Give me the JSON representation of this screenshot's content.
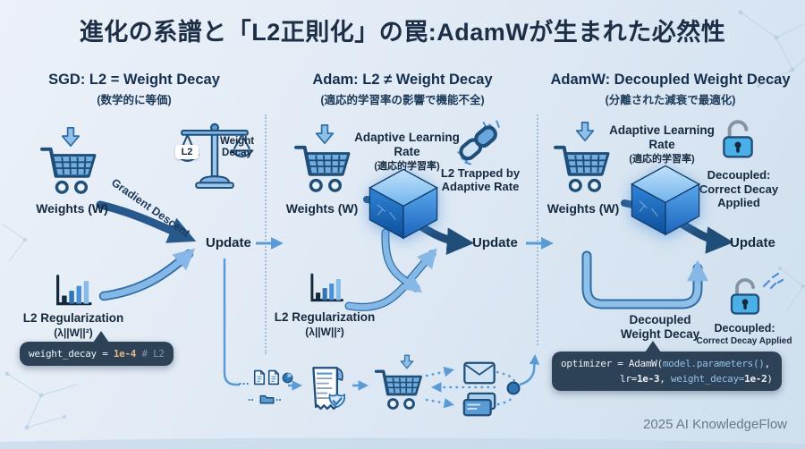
{
  "title": "進化の系譜と「L2正則化」の罠:AdamWが生まれた必然性",
  "footer": "2025 AI KnowledgeFlow",
  "sgd": {
    "title": "SGD: L2 = Weight Decay",
    "subtitle": "(数学的に等価)",
    "weights": "Weights (W)",
    "scale_left": "L2",
    "scale_right": "Weight Decay",
    "gradient_descent": "Gradient Descent",
    "update": "Update",
    "l2_title": "L2 Regularization",
    "l2_formula": "(λ||W||²)",
    "code": {
      "key": "weight_decay = ",
      "value": "1e-4",
      "comment": " # L2"
    }
  },
  "adam": {
    "title": "Adam: L2 ≠ Weight Decay",
    "subtitle": "(適応的学習率の影響で機能不全)",
    "weights": "Weights (W)",
    "adaptive": "Adaptive Learning Rate",
    "adaptive_sub": "(適応的学習率)",
    "trapped": "L2 Trapped by Adaptive Rate",
    "update": "Update",
    "l2_title": "L2 Regularization",
    "l2_formula": "(λ||W||²)"
  },
  "adamw": {
    "title": "AdamW: Decoupled Weight Decay",
    "subtitle": "(分離された減衰で最適化)",
    "weights": "Weights (W)",
    "adaptive": "Adaptive Learning Rate",
    "adaptive_sub": "(適応的学習率)",
    "decoupled_note": "Decoupled: Correct Decay Applied",
    "update": "Update",
    "decay_label": "Decoupled Weight Decay",
    "decoupled_title": "Decoupled:",
    "decoupled_sub": "Correct Decay Applied",
    "code": {
      "l1a": "optimizer = AdamW(",
      "l1b": "model.parameters()",
      "l1c": ",",
      "l2a": "lr=",
      "l2b": "1e-3",
      "l2c": ", ",
      "l2d": "weight_decay=",
      "l2e": "1e-2",
      "l2f": ")"
    }
  },
  "flow": {
    "dots1": "…",
    "dots2": "‥",
    "dots3": "‥"
  },
  "icons": [
    "cart-icon",
    "balance-scale-icon",
    "optimizer-cube-icon",
    "chain-link-icon",
    "open-padlock-icon",
    "bar-chart-icon",
    "receipt-icon",
    "envelope-icon",
    "cards-icon",
    "document-icon",
    "pie-icon",
    "folder-icon",
    "down-arrow-icon"
  ],
  "colors": {
    "accent_dark": "#1f4e79",
    "accent": "#2e75b6",
    "accent_light": "#85b8e6",
    "code_bg": "#2e4257",
    "code_value": "#e3b584",
    "code_comment": "#7f97aa",
    "code_blue": "#8fc1e3"
  }
}
